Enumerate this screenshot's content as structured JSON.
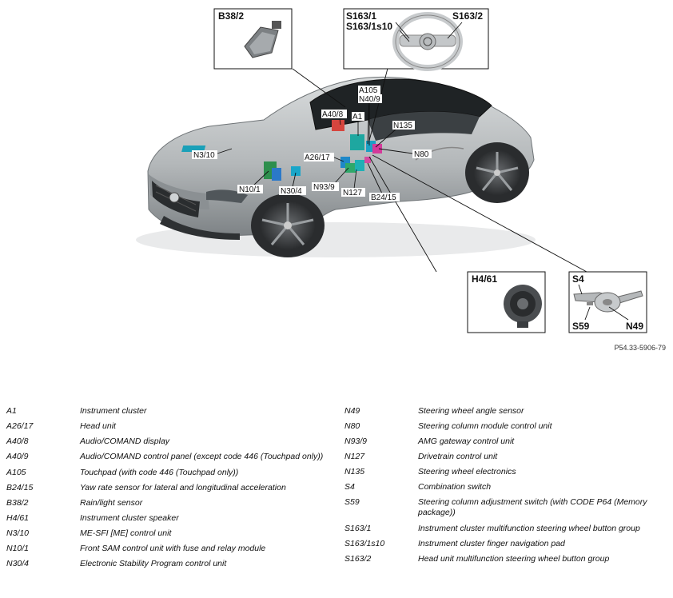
{
  "document_ref": "P54.33-5906-79",
  "callouts": {
    "A105": "A105",
    "N40_9": "N40/9",
    "A40_8": "A40/8",
    "A1": "A1",
    "N135": "N135",
    "N80": "N80",
    "N3_10": "N3/10",
    "A26_17": "A26/17",
    "N10_1": "N10/1",
    "N30_4": "N30/4",
    "N93_9": "N93/9",
    "N127": "N127",
    "B24_15": "B24/15"
  },
  "insets": {
    "rain_sensor": {
      "label": "B38/2"
    },
    "steering_wheel": {
      "label_left_1": "S163/1",
      "label_left_2": "S163/1s10",
      "label_right": "S163/2"
    },
    "speaker": {
      "label": "H4/61"
    },
    "combination_switch": {
      "label_top": "S4",
      "label_bottom_left": "S59",
      "label_bottom_right": "N49"
    }
  },
  "legend": {
    "left": [
      {
        "code": "A1",
        "desc": "Instrument cluster"
      },
      {
        "code": "A26/17",
        "desc": "Head unit"
      },
      {
        "code": "A40/8",
        "desc": "Audio/COMAND display"
      },
      {
        "code": "A40/9",
        "desc": "Audio/COMAND control panel (except code 446 (Touchpad only))"
      },
      {
        "code": "A105",
        "desc": "Touchpad (with code 446 (Touchpad only))"
      },
      {
        "code": "B24/15",
        "desc": "Yaw rate sensor for lateral and longitudinal acceleration"
      },
      {
        "code": "B38/2",
        "desc": "Rain/light sensor"
      },
      {
        "code": "H4/61",
        "desc": "Instrument cluster speaker"
      },
      {
        "code": "N3/10",
        "desc": "ME-SFI [ME] control unit"
      },
      {
        "code": "N10/1",
        "desc": "Front SAM control unit with fuse and relay module"
      },
      {
        "code": "N30/4",
        "desc": "Electronic Stability Program control unit"
      }
    ],
    "right": [
      {
        "code": "N49",
        "desc": "Steering wheel angle sensor"
      },
      {
        "code": "N80",
        "desc": "Steering column module control unit"
      },
      {
        "code": "N93/9",
        "desc": "AMG gateway control unit"
      },
      {
        "code": "N127",
        "desc": "Drivetrain control unit"
      },
      {
        "code": "N135",
        "desc": "Steering wheel electronics"
      },
      {
        "code": "S4",
        "desc": "Combination switch"
      },
      {
        "code": "S59",
        "desc": "Steering column adjustment switch (with CODE P64 (Memory package))"
      },
      {
        "code": "S163/1",
        "desc": "Instrument cluster multifunction steering wheel button group"
      },
      {
        "code": "S163/1s10",
        "desc": "Instrument cluster finger navigation pad"
      },
      {
        "code": "S163/2",
        "desc": "Head unit multifunction steering wheel button group"
      }
    ]
  }
}
